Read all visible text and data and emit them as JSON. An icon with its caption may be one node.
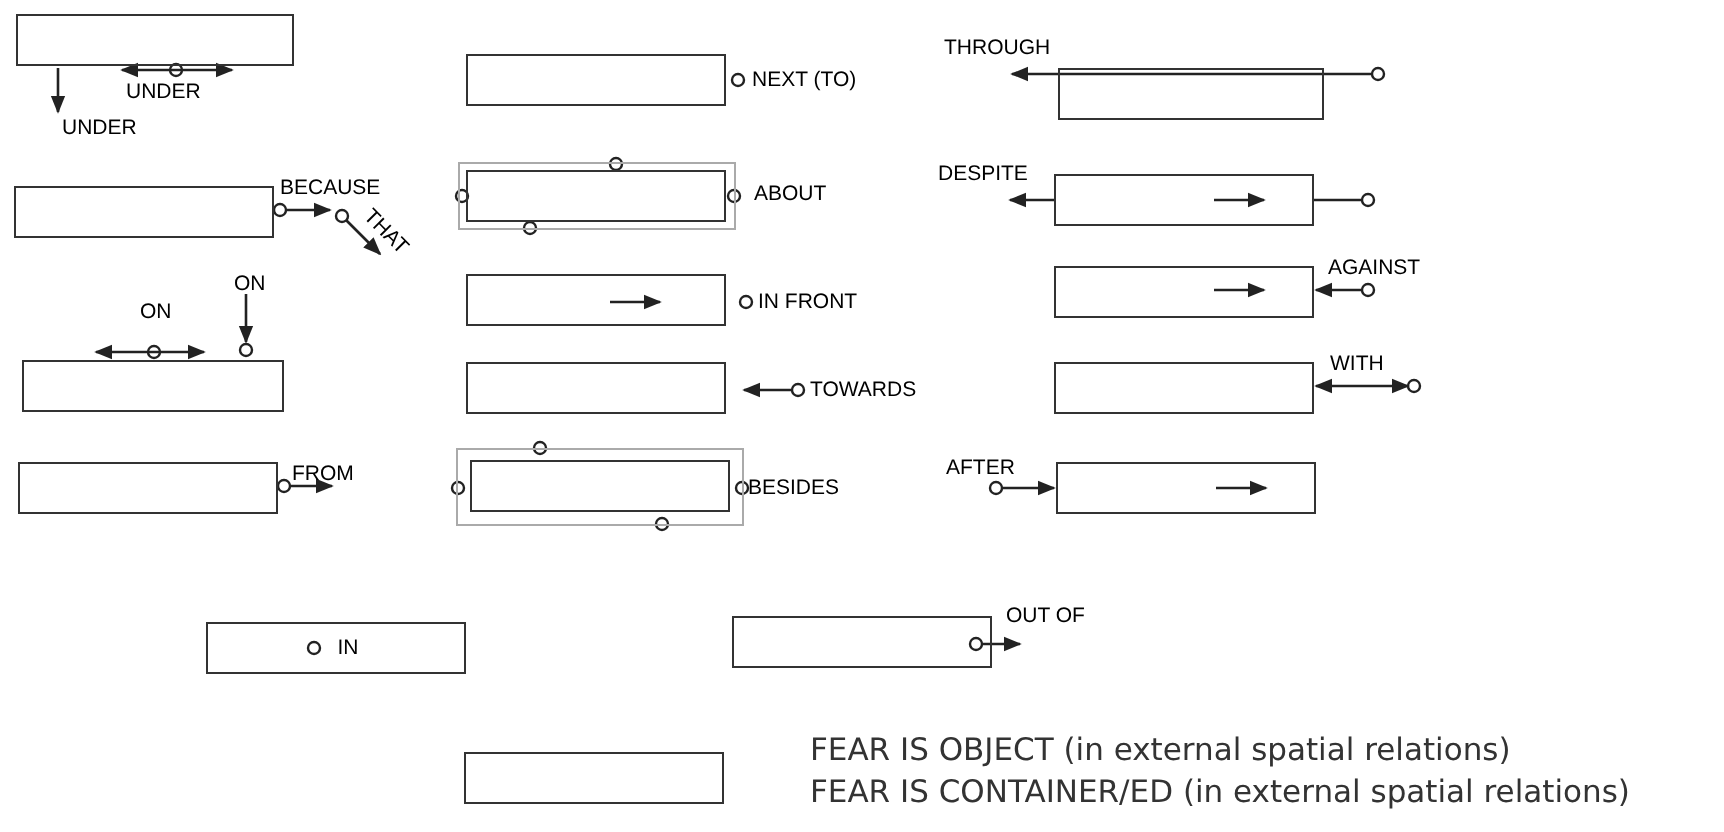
{
  "diagram": {
    "nodes": [
      {
        "text": [],
        "shape": "box"
      },
      {
        "text": [],
        "shape": "box"
      },
      {
        "text": [],
        "shape": "box"
      },
      {
        "text": [],
        "shape": "box"
      },
      {
        "text": [],
        "shape": "box"
      },
      {
        "text": [],
        "shape": "box",
        "in": 4
      },
      {
        "text": [],
        "shape": "box"
      },
      {
        "text": [],
        "shape": "box"
      },
      {
        "text": [],
        "shape": "box"
      },
      {
        "text": [],
        "shape": "box"
      },
      {
        "text": [],
        "shape": "box"
      },
      {
        "text": [],
        "shape": "box"
      },
      {
        "text": [],
        "shape": "box"
      },
      {
        "text": [],
        "shape": "box"
      },
      {
        "text": [],
        "shape": "box",
        "in": 13
      },
      {
        "text": [],
        "shape": "box"
      },
      {
        "text": [
          "IN"
        ]
      },
      {
        "text": [],
        "shape": "box"
      },
      {
        "text": [],
        "shape": "box"
      }
    ],
    "labels": [
      "UNDER",
      "UNDER",
      "NEXT (TO)",
      "THROUGH",
      "BECAUSE",
      "THAT",
      "ABOUT",
      "DESPITE",
      "ON",
      "ON",
      "IN FRONT",
      "AGAINST",
      "TOWARDS",
      "WITH",
      "FROM",
      "BESIDES",
      "AFTER",
      "OUT OF",
      "FEAR IS OBJECT (in external spatial relations)",
      "FEAR IS CONTAINER/ED (in external spatial relations)"
    ]
  }
}
